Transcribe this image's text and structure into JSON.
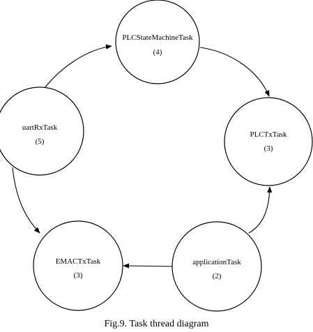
{
  "diagram": {
    "nodes": [
      {
        "id": "plcstate",
        "name": "PLCStateMachineTask",
        "number": "(4)"
      },
      {
        "id": "plctx",
        "name": "PLCTxTask",
        "number": "(3)"
      },
      {
        "id": "app",
        "name": "applicationTask",
        "number": "(2)"
      },
      {
        "id": "emac",
        "name": "EMACTxTask",
        "number": "(3)"
      },
      {
        "id": "uart",
        "name": "uartRxTask",
        "number": "(5)"
      }
    ],
    "edges": [
      {
        "from": "uart",
        "to": "plcstate"
      },
      {
        "from": "plcstate",
        "to": "plctx"
      },
      {
        "from": "app",
        "to": "plctx"
      },
      {
        "from": "app",
        "to": "emac"
      },
      {
        "from": "uart",
        "to": "emac"
      }
    ]
  },
  "caption": "Fig.9. Task thread diagram",
  "colors": {
    "stroke": "#000000",
    "background": "#ffffff"
  }
}
